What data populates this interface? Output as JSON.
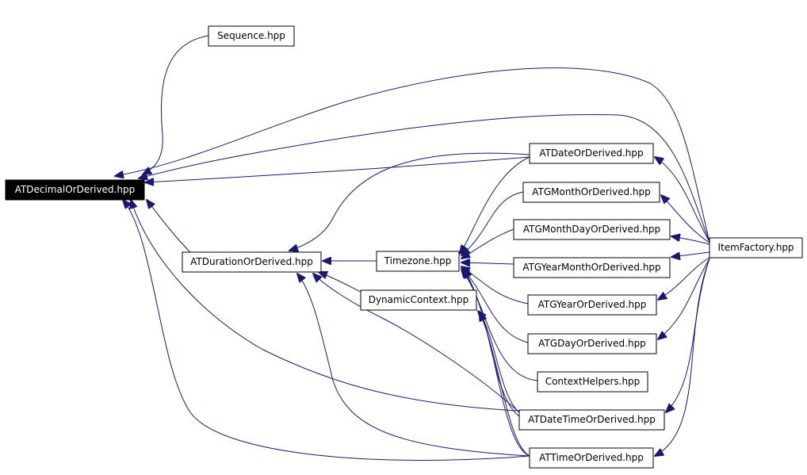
{
  "colors": {
    "edge": "#191970",
    "root_fill": "#000000",
    "root_text": "#ffffff",
    "node_fill": "#ffffff",
    "node_border": "#000000"
  },
  "nodes": {
    "atdecimal": "ATDecimalOrDerived.hpp",
    "sequence": "Sequence.hpp",
    "atduration": "ATDurationOrDerived.hpp",
    "timezone": "Timezone.hpp",
    "dynamiccontext": "DynamicContext.hpp",
    "atdate": "ATDateOrDerived.hpp",
    "atgmonth": "ATGMonthOrDerived.hpp",
    "atgmonthday": "ATGMonthDayOrDerived.hpp",
    "atgyearmonth": "ATGYearMonthOrDerived.hpp",
    "atgyear": "ATGYearOrDerived.hpp",
    "atgday": "ATGDayOrDerived.hpp",
    "contexthelpers": "ContextHelpers.hpp",
    "atdatetime": "ATDateTimeOrDerived.hpp",
    "attime": "ATTimeOrDerived.hpp",
    "itemfactory": "ItemFactory.hpp"
  }
}
